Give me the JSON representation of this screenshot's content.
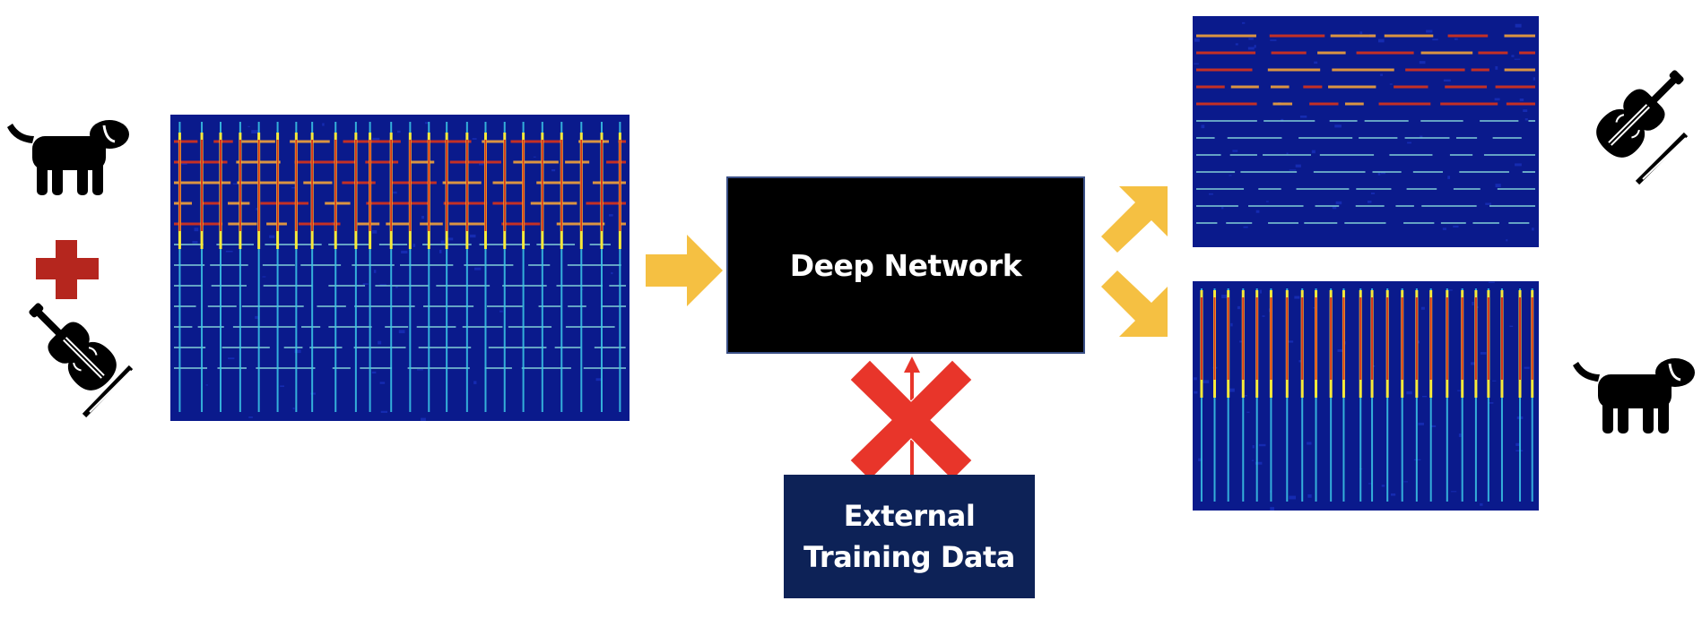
{
  "diagram": {
    "network_label": "Deep Network",
    "external_data_line1": "External",
    "external_data_line2": "Training Data"
  },
  "icons": {
    "dog": "dog-icon",
    "violin": "violin-icon",
    "plus": "plus-icon",
    "arrow": "arrow-icon",
    "cross": "cross-icon"
  },
  "colors": {
    "arrow": "#f5c042",
    "plus": "#b5261e",
    "cross": "#e8352a",
    "network_box": "#000000",
    "external_box": "#0d2257",
    "spectrogram_bg": "#0a1a8c"
  }
}
